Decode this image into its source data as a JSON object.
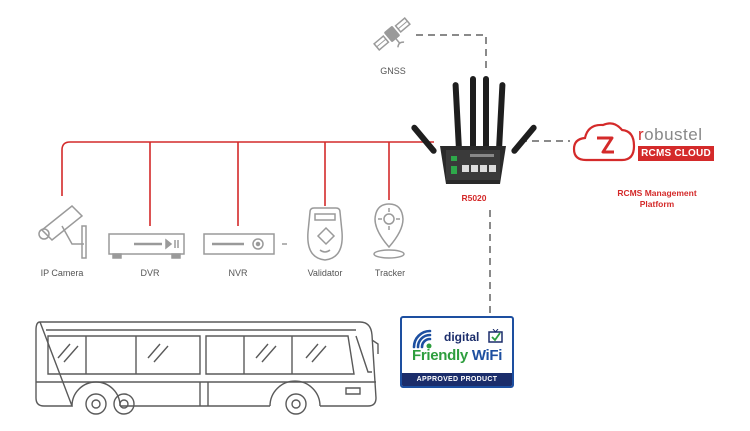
{
  "nodes": {
    "gnss": "GNSS",
    "router": "R5020",
    "ip_camera": "IP Camera",
    "dvr": "DVR",
    "nvr": "NVR",
    "validator": "Validator",
    "tracker": "Tracker"
  },
  "cloud": {
    "brand_prefix": "r",
    "brand_rest": "obustel",
    "product": "RCMS CLOUD",
    "caption_line1": "RCMS Management",
    "caption_line2": "Platform"
  },
  "badge": {
    "line1": "digital",
    "line2_a": "Friendly ",
    "line2_b": "WiFi",
    "line3": "APPROVED PRODUCT"
  },
  "colors": {
    "link_red": "#d42a2a",
    "dashed_gray": "#8a8a8a",
    "icon_gray": "#9a9a9a",
    "badge_blue": "#1d4fa0",
    "badge_navy": "#1b2d6b",
    "badge_green": "#2e9e3e"
  }
}
